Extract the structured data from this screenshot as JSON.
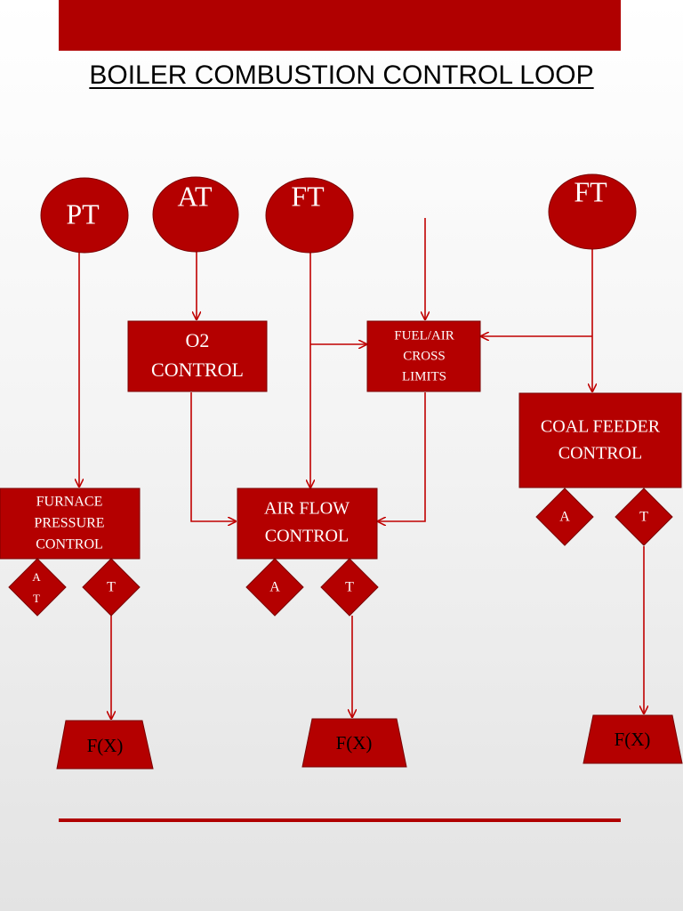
{
  "title": "BOILER COMBUSTION CONTROL LOOP",
  "colors": {
    "accent": "#b00000",
    "shape_fill": "#b40000",
    "line": "#c00000",
    "text_on_shape": "#ffffff"
  },
  "transmitters": {
    "pt": "PT",
    "at": "AT",
    "ft_air": "FT",
    "ft_fuel": "FT"
  },
  "controllers": {
    "o2": [
      "O2",
      "CONTROL"
    ],
    "fuel_air": [
      "FUEL/AIR",
      "CROSS",
      "LIMITS"
    ],
    "coal_feeder": [
      "COAL FEEDER",
      "CONTROL"
    ],
    "furnace": [
      "FURNACE",
      "PRESSURE",
      "CONTROL"
    ],
    "air_flow": [
      "AIR FLOW",
      "CONTROL"
    ]
  },
  "switches": {
    "furnace_a": [
      "A",
      "T"
    ],
    "furnace_t": "T",
    "air_a": "A",
    "air_t": "T",
    "coal_a": "A",
    "coal_t": "T"
  },
  "function_blocks": {
    "furnace": "F(X)",
    "air": "F(X)",
    "coal": "F(X)"
  }
}
